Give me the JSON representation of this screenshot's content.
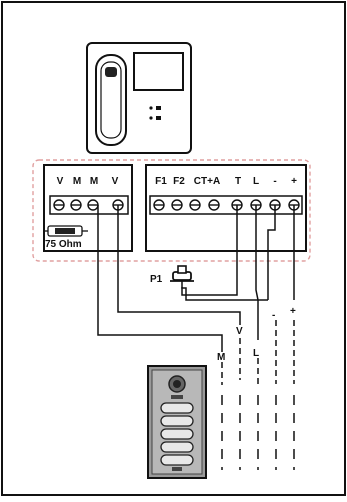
{
  "left_block": {
    "terminals": [
      "V",
      "M",
      "M",
      "V"
    ],
    "jumper_label": "75 Ohm"
  },
  "right_block": {
    "terminals": [
      "F1",
      "F2",
      "CT+A",
      "T",
      "L",
      "-",
      "+"
    ]
  },
  "button_label": "P1",
  "wire_labels": {
    "v": "V",
    "m": "M",
    "l": "L",
    "minus": "-",
    "plus": "+"
  }
}
